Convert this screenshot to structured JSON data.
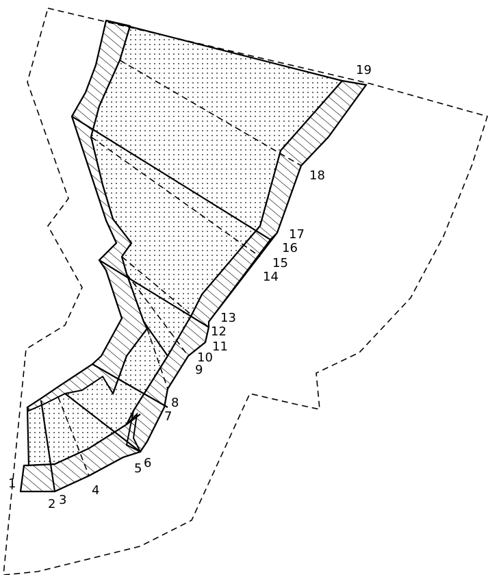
{
  "point_labels": [
    "1",
    "2",
    "3",
    "4",
    "5",
    "6",
    "7",
    "8",
    "9",
    "10",
    "11",
    "12",
    "13",
    "14",
    "15",
    "16",
    "17",
    "18",
    "19"
  ],
  "colors": {
    "line": "#000000",
    "background": "#ffffff",
    "hatch": "#000000",
    "dots": "#000000"
  }
}
